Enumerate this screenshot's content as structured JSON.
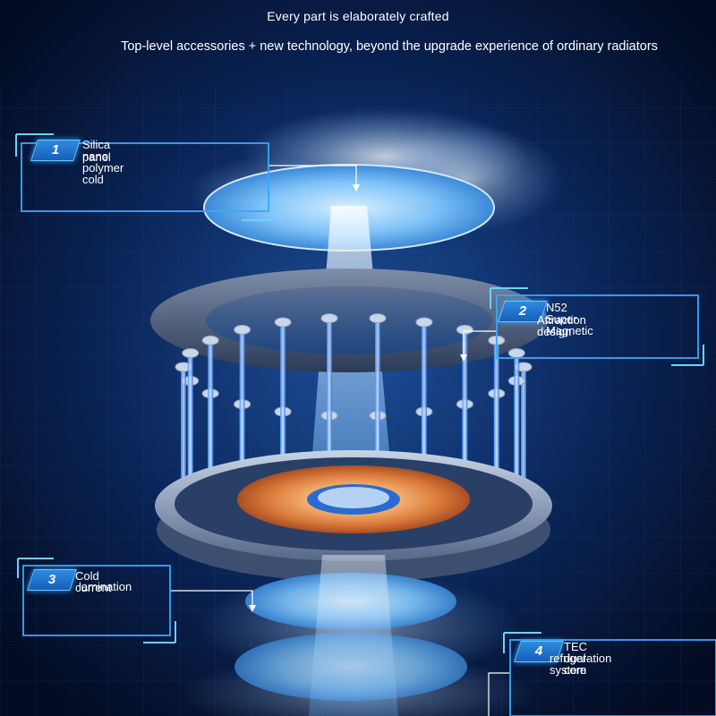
{
  "header": {
    "title": "Every part is elaborately crafted",
    "subtitle": "Top-level accessories + new technology, beyond the upgrade experience of ordinary radiators"
  },
  "callouts": [
    {
      "number": "1",
      "label_line1": "Silica nano polymer cold",
      "label_line2": "panel"
    },
    {
      "number": "2",
      "label_line1": "N52 Super Magnetic",
      "label_line2": "Attraction design"
    },
    {
      "number": "3",
      "label_line1": "Cold current",
      "label_line2": "lamination"
    },
    {
      "number": "4",
      "label_line1": "TEC dual-core",
      "label_line2": "refrigeration system"
    }
  ],
  "colors": {
    "background": "#04122e",
    "frame": "#2f9bff",
    "accent": "#1f7ad8",
    "coil": "#e08a45",
    "ice": "#9fd4ff"
  }
}
